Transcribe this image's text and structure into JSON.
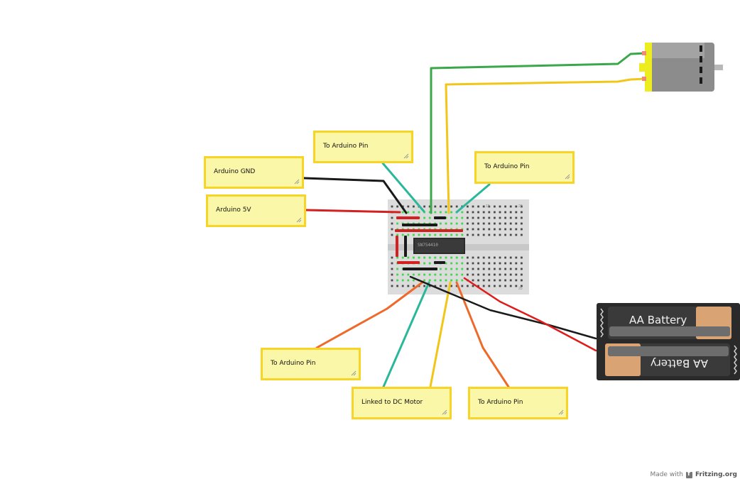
{
  "notes": [
    {
      "id": "arduino-gnd",
      "label": "Arduino GND"
    },
    {
      "id": "arduino-5v",
      "label": "Arduino 5V"
    },
    {
      "id": "arduino-pin-top-left",
      "label": "To Arduino Pin"
    },
    {
      "id": "arduino-pin-top-right",
      "label": "To Arduino Pin"
    },
    {
      "id": "arduino-pin-bottom-left",
      "label": "To Arduino Pin"
    },
    {
      "id": "linked-dc-motor",
      "label": "Linked to DC Motor"
    },
    {
      "id": "arduino-pin-bottom-right",
      "label": "To Arduino Pin"
    }
  ],
  "chip": {
    "label": "SN754410"
  },
  "battery": {
    "top_label": "AA Battery",
    "bottom_label": "AA Battery"
  },
  "breadboard": {
    "row_numbers": [
      "15",
      "20",
      "25"
    ]
  },
  "footer": {
    "made_with": "Made with",
    "brand": "Fritzing.org"
  },
  "colors": {
    "wire_green": "#3aa84a",
    "wire_yellow": "#f2c618",
    "wire_black": "#1a1a1a",
    "wire_red": "#d42020",
    "wire_teal": "#2ab79a",
    "wire_orange": "#ee6a2a",
    "note_fill": "#fbf7a9",
    "note_border": "#f7d425"
  }
}
